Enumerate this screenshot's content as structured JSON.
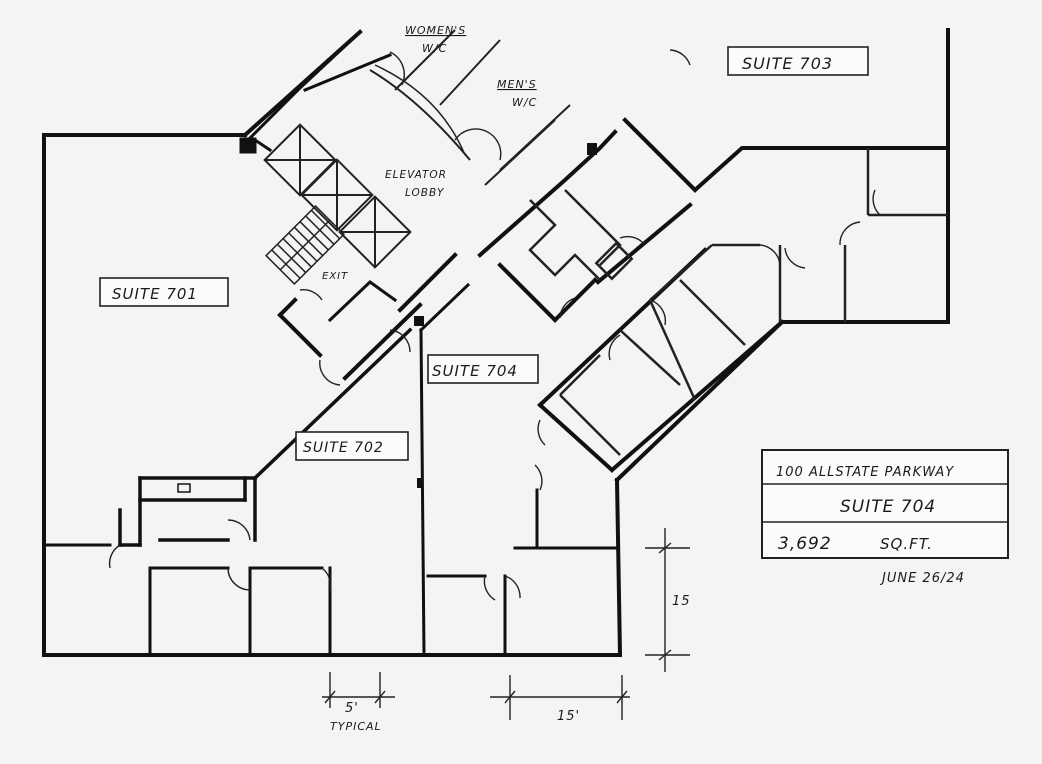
{
  "plan": {
    "rooms": {
      "womens": "WOMEN'S",
      "womens_wc": "W/C",
      "mens": "MEN'S",
      "mens_wc": "W/C",
      "elevator": "ELEVATOR",
      "lobby": "LOBBY",
      "exit": "EXIT"
    },
    "suites": {
      "s701": "SUITE 701",
      "s702": "SUITE 702",
      "s703": "SUITE 703",
      "s704": "SUITE 704"
    },
    "dimensions": {
      "five": "5'",
      "typical": "TYPICAL",
      "fifteen_h": "15'",
      "fifteen_v": "15"
    }
  },
  "title_block": {
    "address": "100 ALLSTATE PARKWAY",
    "suite": "SUITE 704",
    "area_value": "3,692",
    "area_unit": "SQ.FT.",
    "date": "JUNE 26/24"
  }
}
